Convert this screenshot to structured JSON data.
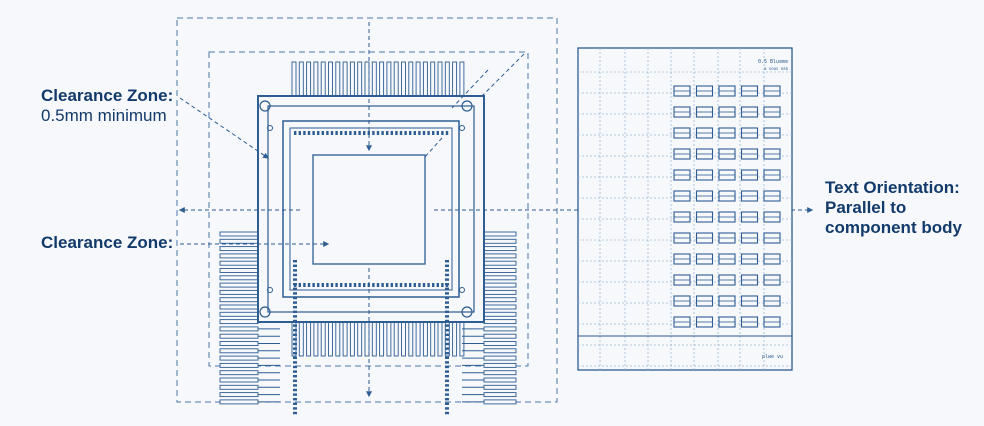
{
  "labels": {
    "clearance_zone_1": {
      "title": "Clearance Zone:",
      "detail": "0.5mm minimum"
    },
    "clearance_zone_2": {
      "title": "Clearance Zone:"
    },
    "text_orientation": {
      "line1": "Text Orientation:",
      "line2": "Parallel to",
      "line3": "component body"
    }
  },
  "grid_panel": {
    "rows": 12,
    "cols": 5,
    "tiny_top": "0.5 Blueme",
    "tiny_top2": "a sous ean",
    "tiny_bottom": "plwe vu"
  },
  "chip": {
    "pins_per_side": 24
  },
  "colors": {
    "line": "#2d5d93",
    "dark": "#123a6b",
    "background": "#f6f8fb"
  }
}
